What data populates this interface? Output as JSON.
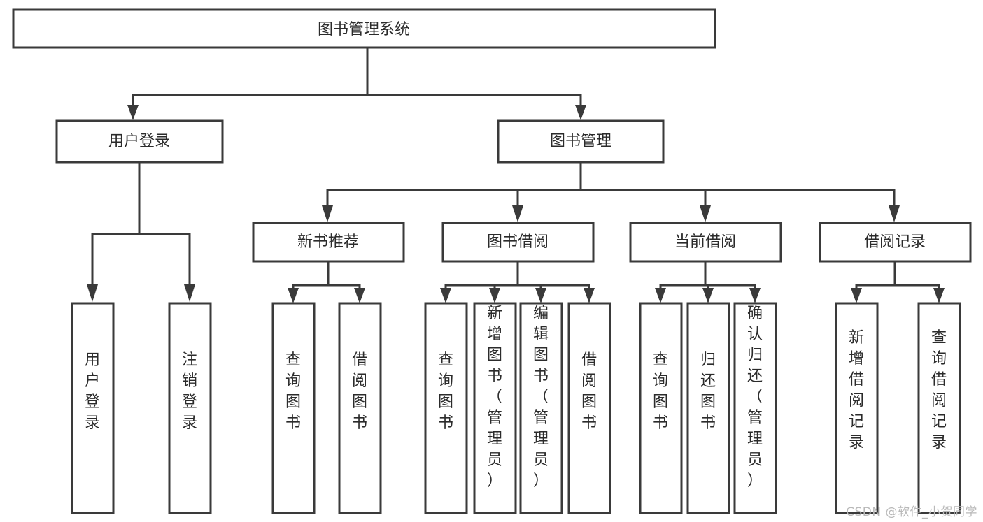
{
  "diagram": {
    "type": "tree",
    "orientation": "top-down",
    "title": "图书管理系统",
    "watermark": "CSDN @软件_小贺同学",
    "colors": {
      "stroke": "#3a3a3a",
      "box_fill": "#ffffff",
      "text": "#2b2b2b",
      "background": "#ffffff",
      "watermark": "#b9b9b9"
    },
    "root": {
      "id": "root",
      "label": "图书管理系统",
      "orientation": "horizontal"
    },
    "level2": [
      {
        "id": "user-login",
        "label": "用户登录",
        "orientation": "horizontal"
      },
      {
        "id": "book-management",
        "label": "图书管理",
        "orientation": "horizontal"
      }
    ],
    "level3": [
      {
        "id": "new-book-recommend",
        "label": "新书推荐",
        "parent": "book-management",
        "orientation": "horizontal"
      },
      {
        "id": "book-borrow",
        "label": "图书借阅",
        "parent": "book-management",
        "orientation": "horizontal"
      },
      {
        "id": "current-borrow",
        "label": "当前借阅",
        "parent": "book-management",
        "orientation": "horizontal"
      },
      {
        "id": "borrow-record",
        "label": "借阅记录",
        "parent": "book-management",
        "orientation": "horizontal"
      }
    ],
    "leaves": {
      "user-login": [
        {
          "id": "leaf-user-login",
          "label": "用户登录",
          "orientation": "vertical"
        },
        {
          "id": "leaf-logout",
          "label": "注销登录",
          "orientation": "vertical"
        }
      ],
      "new-book-recommend": [
        {
          "id": "leaf-query-book-1",
          "label": "查询图书",
          "orientation": "vertical"
        },
        {
          "id": "leaf-borrow-book-1",
          "label": "借阅图书",
          "orientation": "vertical"
        }
      ],
      "book-borrow": [
        {
          "id": "leaf-query-book-2",
          "label": "查询图书",
          "orientation": "vertical"
        },
        {
          "id": "leaf-add-book",
          "label": "新增图书（管理员）",
          "orientation": "vertical"
        },
        {
          "id": "leaf-edit-book",
          "label": "编辑图书（管理员）",
          "orientation": "vertical"
        },
        {
          "id": "leaf-borrow-book-2",
          "label": "借阅图书",
          "orientation": "vertical"
        }
      ],
      "current-borrow": [
        {
          "id": "leaf-query-book-3",
          "label": "查询图书",
          "orientation": "vertical"
        },
        {
          "id": "leaf-return-book",
          "label": "归还图书",
          "orientation": "vertical"
        },
        {
          "id": "leaf-confirm-return",
          "label": "确认归还（管理员）",
          "orientation": "vertical"
        }
      ],
      "borrow-record": [
        {
          "id": "leaf-add-record",
          "label": "新增借阅记录",
          "orientation": "vertical"
        },
        {
          "id": "leaf-query-record",
          "label": "查询借阅记录",
          "orientation": "vertical"
        }
      ]
    }
  }
}
